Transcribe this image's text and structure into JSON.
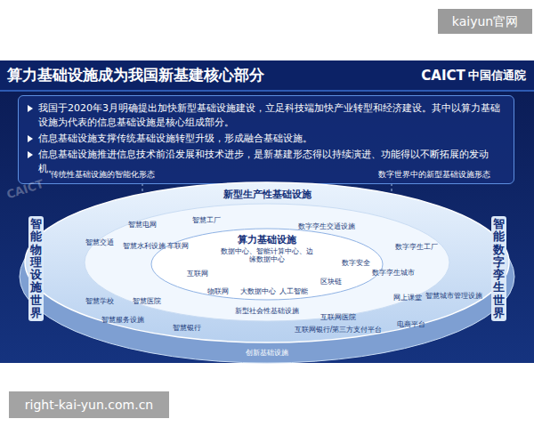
{
  "diagram": {
    "title": "算力基础设施成为我国新基建核心部分",
    "nodes": [
      {
        "text": [
          "我国于2020年3月明确提出加快新型基础设施建设，立足科技端加快产业转型和经济建设。其中以算力基础设施为代表的信息基础设施是核心组成部分。",
          "信息基础设施支撑传统基础设施转型升级，形成融合基础设施。",
          "信息基础设施推进信息技术前沿发展和技术进步，是新基建形态得以持续演进、功能得以不断拓展的发动机。"
        ]
      },
      {
        "text": [
          "新型生产性基础设施",
          "新型社会性基础设施",
          "创新基础设施"
        ]
      },
      {
        "text": [
          "算力基础设施",
          "数据中心、智能计算中心、边缘数据中心"
        ],
        "in": 1
      }
    ],
    "edges": [],
    "labels": [
      "kaiyun官网",
      "right-kai-yun.com.cn",
      "CAICT",
      "中国信通院",
      "传统性基础设施的智能化形态",
      "数字世界中的新型基础设施形态",
      "智能物理设施世界",
      "智能数字孪生世界",
      "CAICT",
      "智慧电网",
      "智慧工厂",
      "智慧交通",
      "智慧水利设施",
      "智慧学校",
      "智慧医院",
      "智慧服务设施",
      "智慧银行",
      "车联网",
      "互联网",
      "物联网",
      "大数据中心",
      "人工智能",
      "区块链",
      "数字安全",
      "数字孪生交通设施",
      "数字孪生工厂",
      "数字孪生城市",
      "网上课堂",
      "智慧城市管理设施",
      "互联网医院",
      "互联网银行/第三方支付平台",
      "电商平台"
    ]
  }
}
